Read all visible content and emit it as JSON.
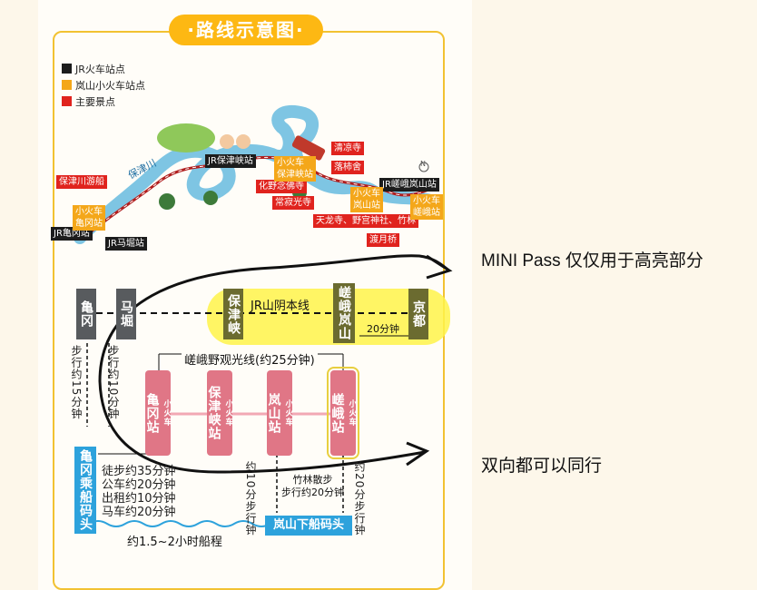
{
  "poster": {
    "title": "·路线示意图·",
    "legend": [
      {
        "label": "JR火车站点",
        "color": "#1c1c1c"
      },
      {
        "label": "岚山小火车站点",
        "color": "#f4a71a"
      },
      {
        "label": "主要景点",
        "color": "#e0231e"
      }
    ],
    "map_labels": {
      "hozu_river": "保津川",
      "jr_hozukyo": "JR保津峡站",
      "jr_saga_arashiyama": "JR嵯峨岚山站",
      "jr_kameoka": "JR亀冈站",
      "jr_umahori": "JR马堀站",
      "hozugawa_boat": "保津川游船",
      "torokko_kameoka": "小火车\n亀冈站",
      "torokko_hozukyo": "小火车\n保津峡站",
      "torokko_arashiyama": "小火车\n岚山站",
      "torokko_saga": "小火车\n嵯峨站",
      "seiryoji": "清凉寺",
      "rakushisha": "落柿舍",
      "adashino": "化野念佛寺",
      "jojakkoji": "常寂光寺",
      "tenryuji": "天龙寺、野宫神社、竹林",
      "togetsukyo": "渡月桥",
      "compass": "N"
    },
    "scheme": {
      "kameoka": "亀冈",
      "umahori": "马堀",
      "hozukyo": "保津峡",
      "saga_arashiyama": "嵯峨岚山",
      "kyoto": "京都",
      "jr_line": "JR山阴本线",
      "to_kyoto_time": "20分钟",
      "walk_15": "步行约15分钟",
      "walk_umahori": "步行约10分钟",
      "torokko_line": "嵯峨野观光线(约25分钟)",
      "torokko_stations": [
        {
          "small": "小火车",
          "name": "亀冈站"
        },
        {
          "small": "小火车",
          "name": "保津峡站"
        },
        {
          "small": "小火车",
          "name": "岚山站"
        },
        {
          "small": "小火车",
          "name": "嵯峨站"
        }
      ],
      "boat_pier": "亀冈乘船码头",
      "transport_options": [
        "徒步约35分钟",
        "公车约20分钟",
        "出租约10分钟",
        "马车约20分钟"
      ],
      "walk_10": "约10分步行钟",
      "bamboo_walk": "竹林散步\n步行约20分钟",
      "walk_20": "约20分步行钟",
      "arashiyama_pier": "岚山下船码头",
      "boat_time": "约1.5~2小时船程"
    }
  },
  "annotations": {
    "mini_pass": "MINI Pass 仅仅用于高亮部分",
    "both_ways": "双向都可以同行"
  }
}
